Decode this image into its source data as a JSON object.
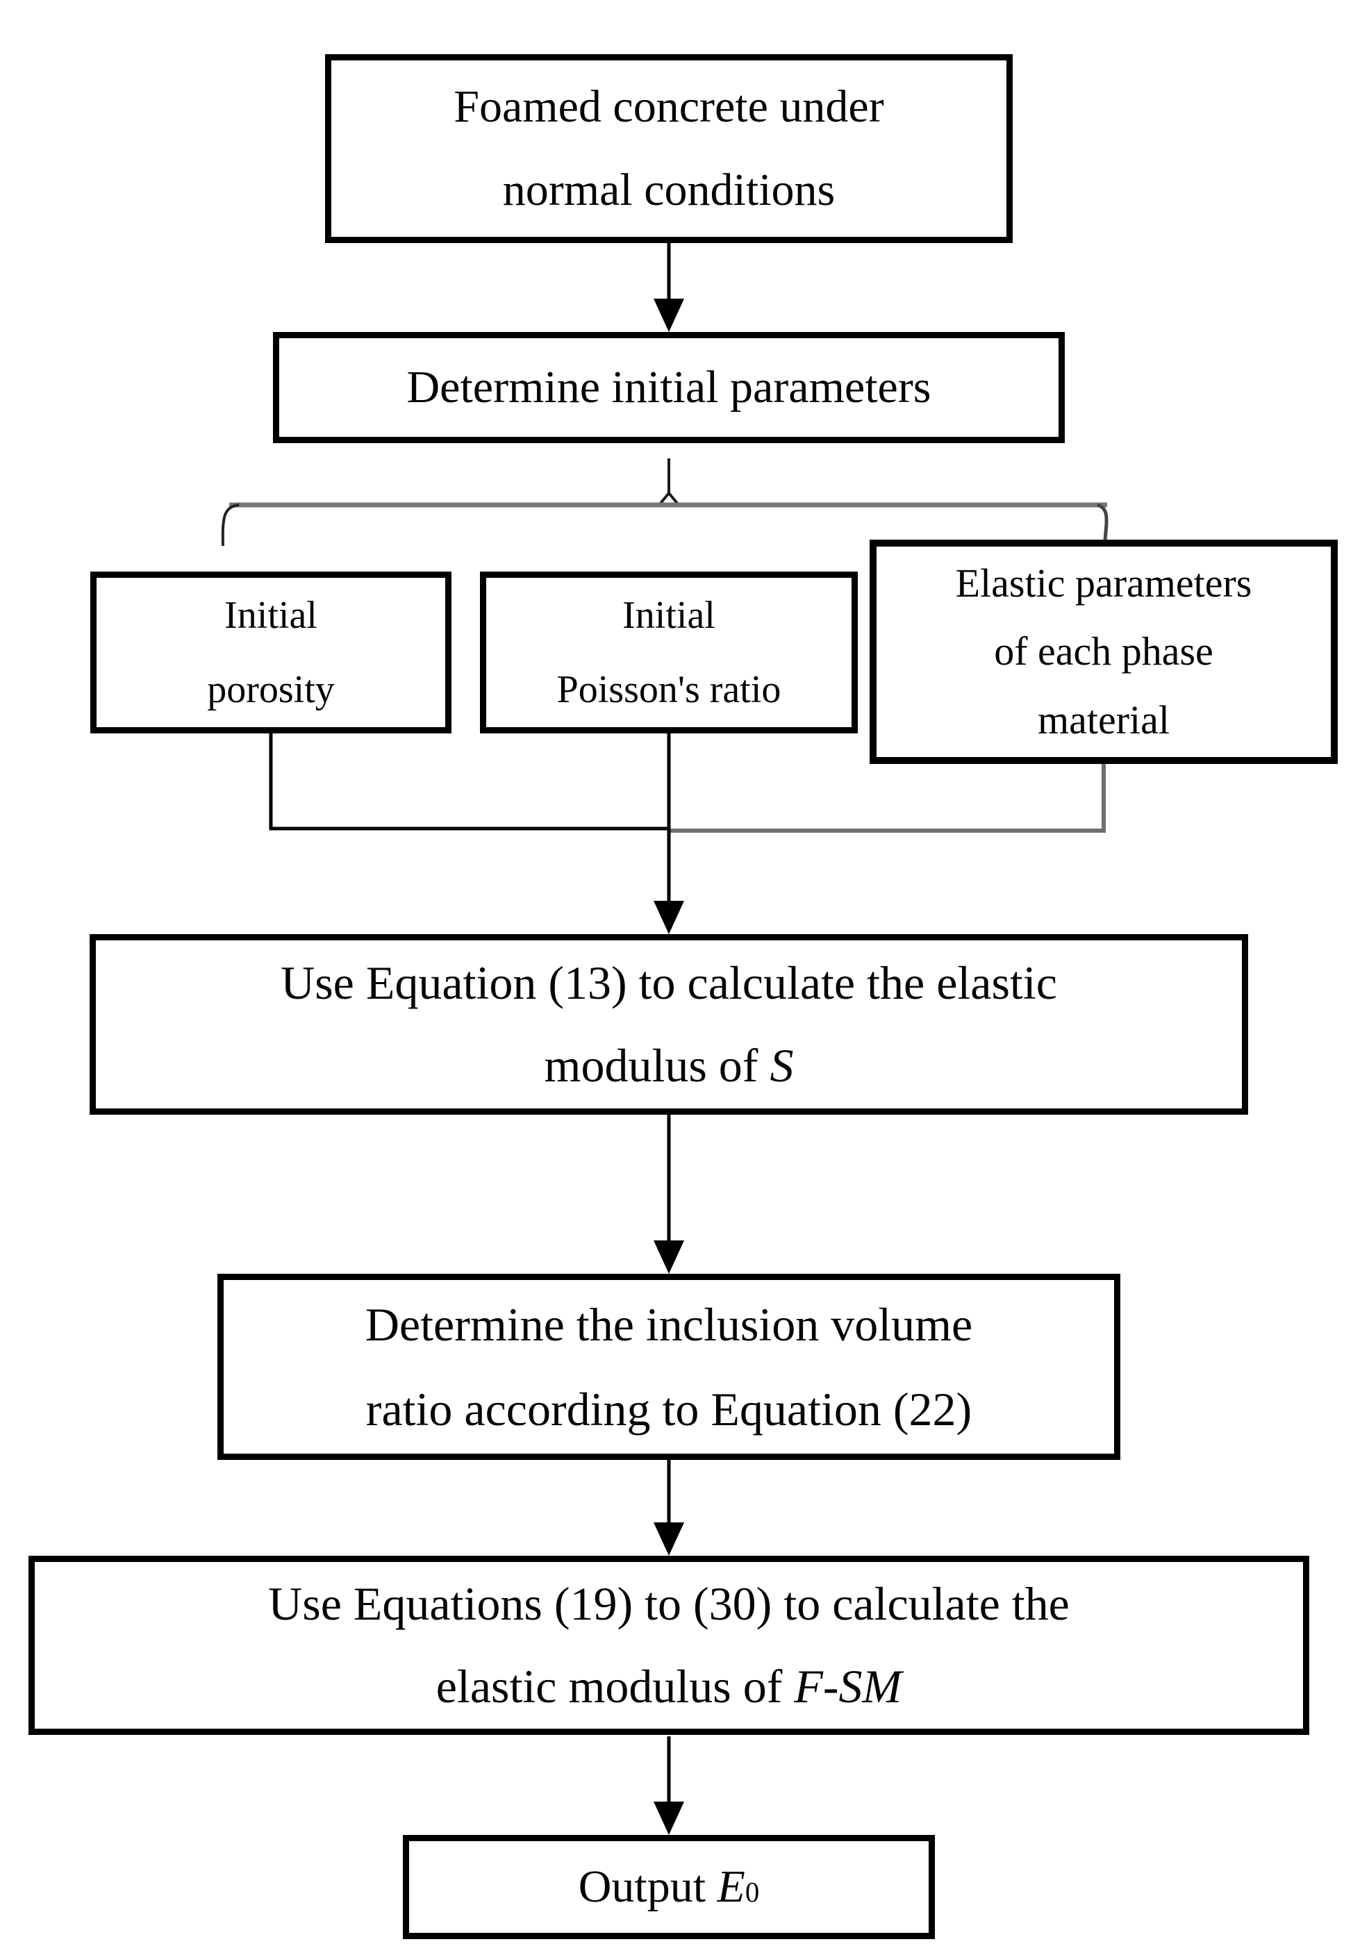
{
  "diagram": {
    "type": "flowchart",
    "nodes": {
      "start": {
        "line1": "Foamed concrete under",
        "line2": "normal conditions"
      },
      "params": {
        "label": "Determine initial parameters"
      },
      "porosity": {
        "line1": "Initial",
        "line2": "porosity"
      },
      "poisson": {
        "line1": "Initial",
        "line2": "Poisson's ratio"
      },
      "elastic": {
        "line1": "Elastic parameters",
        "line2": "of each phase",
        "line3": "material"
      },
      "eq13": {
        "line1": "Use Equation (13) to calculate the elastic",
        "line2_prefix": "modulus of ",
        "line2_italic": "S"
      },
      "eq22": {
        "line1": "Determine the inclusion volume",
        "line2": "ratio according to Equation (22)"
      },
      "eq1930": {
        "line1": "Use Equations (19) to (30) to calculate the",
        "line2_prefix": "elastic modulus of ",
        "line2_italic": "F-SM"
      },
      "output": {
        "prefix": "Output ",
        "italic": "E",
        "subscript": "0"
      }
    },
    "edges": [
      "start -> params",
      "params -> (porosity, poisson, elastic) via brace split",
      "porosity + poisson + elastic -> eq13 (merged arrow)",
      "eq13 -> eq22",
      "eq22 -> eq1930",
      "eq1930 -> output"
    ],
    "colors": {
      "background": "#ffffff",
      "box_border": "#000000",
      "text": "#050505",
      "connector_black": "#000000",
      "connector_gray": "#757575",
      "brace_gray": "#777777"
    }
  }
}
